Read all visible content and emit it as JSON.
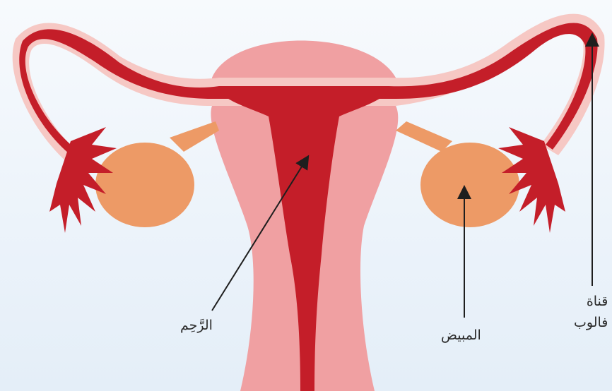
{
  "labels": {
    "uterus": "الرَّحِم",
    "ovary": "المبيض",
    "fallopian_tube_line1": "قناة",
    "fallopian_tube_line2": "فالوب"
  },
  "colors": {
    "background": "#eef5fb",
    "uterus_outer": "#f0a0a2",
    "uterus_inner": "#c41e29",
    "tube_lining": "#f6c8c4",
    "ovary": "#ed9a66",
    "arrow": "#1e1e1e"
  }
}
